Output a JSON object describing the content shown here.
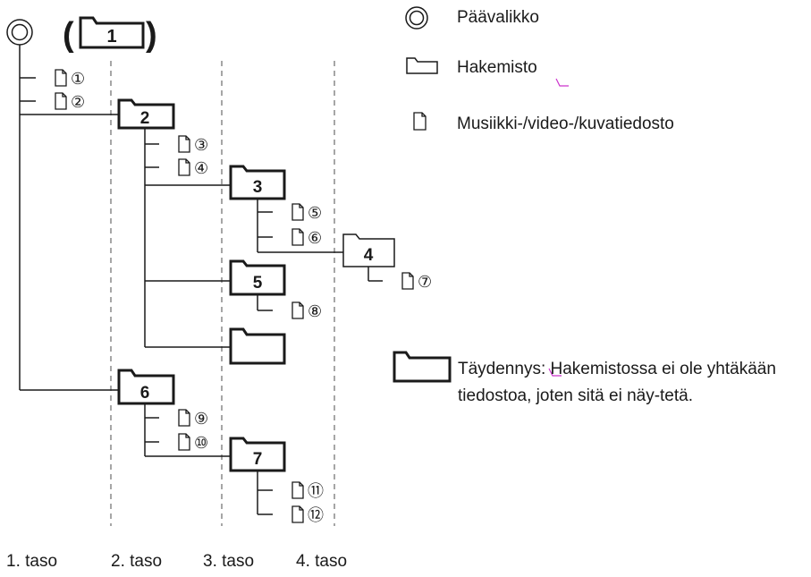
{
  "root_folder_number": "1",
  "folders": {
    "f2": "2",
    "f3": "3",
    "f4": "4",
    "f5": "5",
    "f6": "6",
    "f7": "7"
  },
  "files": {
    "n1": "①",
    "n2": "②",
    "n3": "③",
    "n4": "④",
    "n5": "⑤",
    "n6": "⑥",
    "n7": "⑦",
    "n8": "⑧",
    "n9": "⑨",
    "n10": "⑩",
    "n11": "⑪",
    "n12": "⑫"
  },
  "levels": [
    "1. taso",
    "2. taso",
    "3. taso",
    "4. taso"
  ],
  "legend": {
    "main_menu": "Päävalikko",
    "folder": "Hakemisto",
    "file": "Musiikki-/video-/kuvatiedosto"
  },
  "note": "Täydennys: Hakemistossa ei ole yhtäkään tiedostoa, joten sitä ei näy-tetä.",
  "colors": {
    "line": "#1a1a1a",
    "dash": "#888888",
    "marker": "#cc33cc"
  }
}
